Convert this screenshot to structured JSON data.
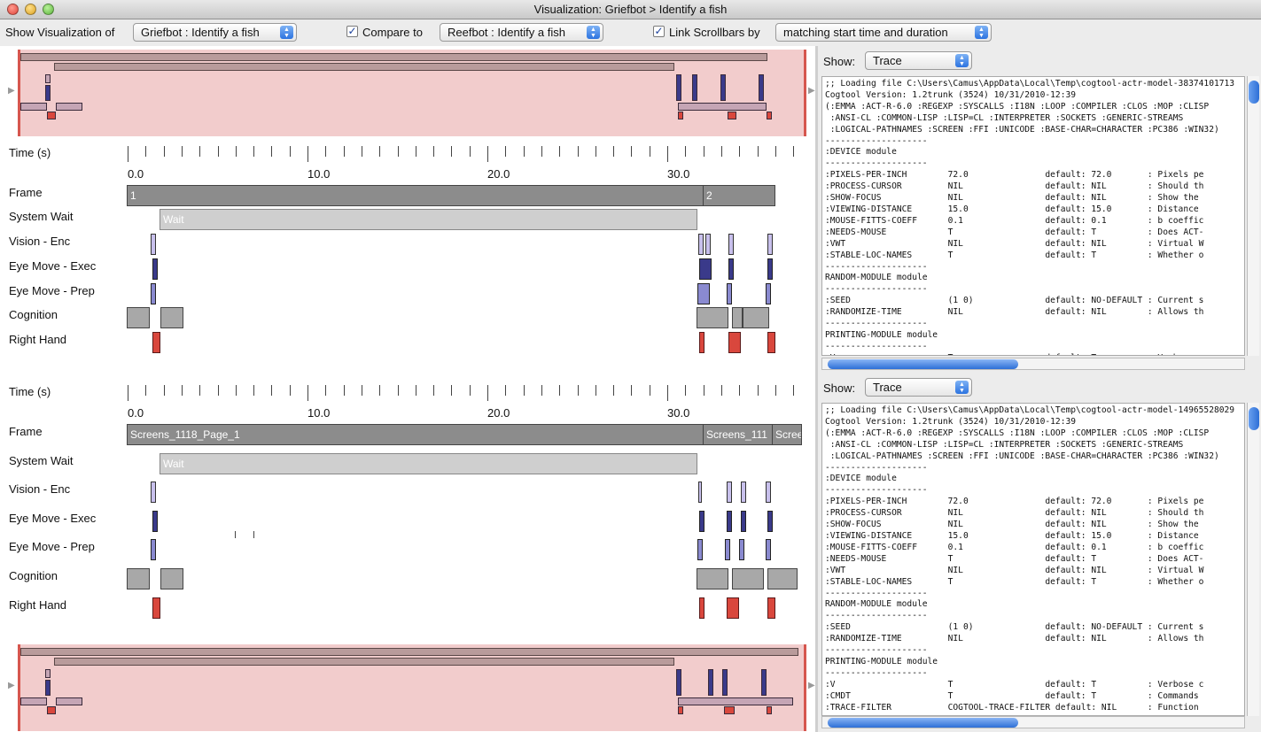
{
  "window": {
    "title": "Visualization: Griefbot > Identify a fish"
  },
  "toolbar": {
    "show_label": "Show Visualization of",
    "show_value": "Griefbot : Identify a fish",
    "compare_label": "Compare to",
    "compare_checked": true,
    "compare_value": "Reefbot : Identify a fish",
    "link_label": "Link Scrollbars by",
    "link_checked": true,
    "link_value": "matching start time and duration"
  },
  "timeline": {
    "time_label": "Time (s)",
    "tick_labels": [
      "0.0",
      "10.0",
      "20.0",
      "30.0"
    ],
    "rows": [
      "Frame",
      "System Wait",
      "Vision - Enc",
      "Eye Move - Exec",
      "Eye Move - Prep",
      "Cognition",
      "Right Hand"
    ],
    "top": {
      "frames": [
        "1",
        "2"
      ],
      "wait_label": "Wait"
    },
    "bottom": {
      "frames": [
        "Screens_1118_Page_1",
        "Screens_111",
        "Scree"
      ],
      "wait_label": "Wait"
    }
  },
  "trace_panes": [
    {
      "show_label": "Show:",
      "show_value": "Trace",
      "text": ";; Loading file C:\\Users\\Camus\\AppData\\Local\\Temp\\cogtool-actr-model-38374101713\nCogtool Version: 1.2trunk (3524) 10/31/2010-12:39\n(:EMMA :ACT-R-6.0 :REGEXP :SYSCALLS :I18N :LOOP :COMPILER :CLOS :MOP :CLISP\n :ANSI-CL :COMMON-LISP :LISP=CL :INTERPRETER :SOCKETS :GENERIC-STREAMS\n :LOGICAL-PATHNAMES :SCREEN :FFI :UNICODE :BASE-CHAR=CHARACTER :PC386 :WIN32)\n--------------------\n:DEVICE module\n--------------------\n:PIXELS-PER-INCH        72.0               default: 72.0       : Pixels pe\n:PROCESS-CURSOR         NIL                default: NIL        : Should th\n:SHOW-FOCUS             NIL                default: NIL        : Show the\n:VIEWING-DISTANCE       15.0               default: 15.0       : Distance\n:MOUSE-FITTS-COEFF      0.1                default: 0.1        : b coeffic\n:NEEDS-MOUSE            T                  default: T          : Does ACT-\n:VWT                    NIL                default: NIL        : Virtual W\n:STABLE-LOC-NAMES       T                  default: T          : Whether o\n--------------------\nRANDOM-MODULE module\n--------------------\n:SEED                   (1 0)              default: NO-DEFAULT : Current s\n:RANDOMIZE-TIME         NIL                default: NIL        : Allows th\n--------------------\nPRINTING-MODULE module\n--------------------\n:V                      T                  default: T          : Verbose c"
    },
    {
      "show_label": "Show:",
      "show_value": "Trace",
      "text": ";; Loading file C:\\Users\\Camus\\AppData\\Local\\Temp\\cogtool-actr-model-14965528029\nCogtool Version: 1.2trunk (3524) 10/31/2010-12:39\n(:EMMA :ACT-R-6.0 :REGEXP :SYSCALLS :I18N :LOOP :COMPILER :CLOS :MOP :CLISP\n :ANSI-CL :COMMON-LISP :LISP=CL :INTERPRETER :SOCKETS :GENERIC-STREAMS\n :LOGICAL-PATHNAMES :SCREEN :FFI :UNICODE :BASE-CHAR=CHARACTER :PC386 :WIN32)\n--------------------\n:DEVICE module\n--------------------\n:PIXELS-PER-INCH        72.0               default: 72.0       : Pixels pe\n:PROCESS-CURSOR         NIL                default: NIL        : Should th\n:SHOW-FOCUS             NIL                default: NIL        : Show the\n:VIEWING-DISTANCE       15.0               default: 15.0       : Distance\n:MOUSE-FITTS-COEFF      0.1                default: 0.1        : b coeffic\n:NEEDS-MOUSE            T                  default: T          : Does ACT-\n:VWT                    NIL                default: NIL        : Virtual W\n:STABLE-LOC-NAMES       T                  default: T          : Whether o\n--------------------\nRANDOM-MODULE module\n--------------------\n:SEED                   (1 0)              default: NO-DEFAULT : Current s\n:RANDOMIZE-TIME         NIL                default: NIL        : Allows th\n--------------------\nPRINTING-MODULE module\n--------------------\n:V                      T                  default: T          : Verbose c\n:CMDT                   T                  default: T          : Commands\n:TRACE-FILTER           COGTOOL-TRACE-FILTER default: NIL      : Function"
    }
  ]
}
